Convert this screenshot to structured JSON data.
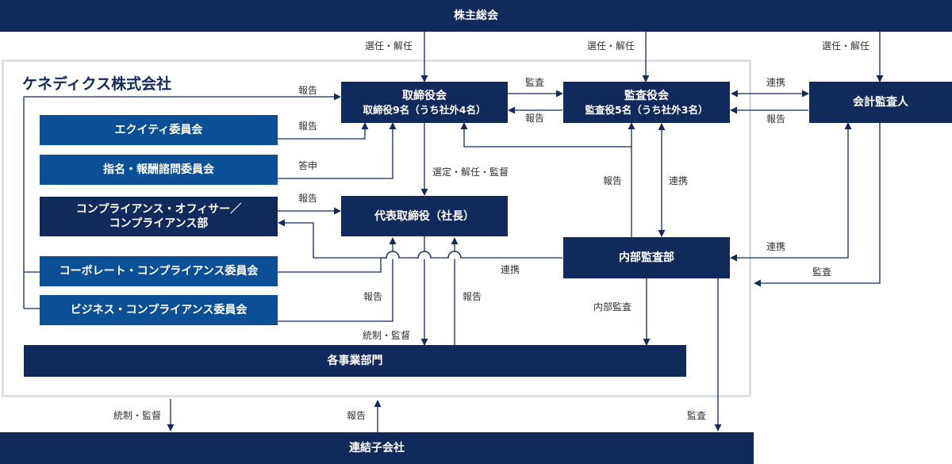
{
  "shareholders_meeting": "株主総会",
  "company": {
    "name": "ケネディクス株式会社"
  },
  "board": {
    "title": "取締役会",
    "sub": "取締役9名（うち社外4名）"
  },
  "audit_board": {
    "title": "監査役会",
    "sub": "監査役5名（うち社外3名）"
  },
  "accounting_auditor": "会計監査人",
  "committees": {
    "equity": "エクイティ委員会",
    "nomination": "指名・報酬諮問委員会",
    "compliance_officer_line1": "コンプライアンス・オフィサー／",
    "compliance_officer_line2": "コンプライアンス部",
    "corporate_compliance": "コーポレート・コンプライアンス委員会",
    "business_compliance": "ビジネス・コンプライアンス委員会"
  },
  "president": "代表取締役（社長）",
  "internal_audit": "内部監査部",
  "divisions": "各事業部門",
  "subsidiaries": "連結子会社",
  "labels": {
    "elect_dismiss_1": "選任・解任",
    "elect_dismiss_2": "選任・解任",
    "elect_dismiss_3": "選任・解任",
    "report_board_top": "報告",
    "report_equity": "報告",
    "reply_nomination": "答申",
    "report_compliance": "報告",
    "audit_to_audit_board": "監査",
    "report_to_board": "報告",
    "cooperate_auditor": "連携",
    "report_auditor": "報告",
    "appoint_supervise": "選定・解任・監督",
    "report_internal_audit": "報告",
    "cooperate_internal_audit": "連携",
    "cooperate_auditor_internal": "連携",
    "audit_auditor": "監査",
    "cooperate_president": "連携",
    "report_committees": "報告",
    "report_divisions": "報告",
    "internal_audit_label": "内部監査",
    "control_supervise": "統制・監督",
    "control_supervise_sub": "統制・監督",
    "report_sub": "報告",
    "audit_sub": "監査"
  }
}
